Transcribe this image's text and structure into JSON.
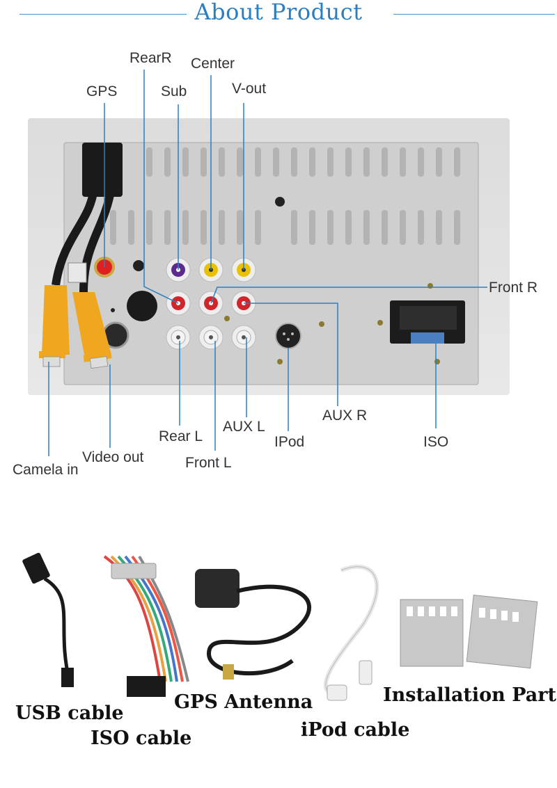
{
  "header": {
    "title": "About Product"
  },
  "connectors": {
    "gps": "GPS",
    "rear_r": "RearR",
    "sub": "Sub",
    "center": "Center",
    "v_out": "V-out",
    "front_r": "Front R",
    "aux_r": "AUX R",
    "iso": "ISO",
    "ipod": "IPod",
    "aux_l": "AUX L",
    "rear_l": "Rear L",
    "front_l": "Front L",
    "video_out": "Video out",
    "camera_in": "Camela in"
  },
  "accessories": {
    "usb": "USB cable",
    "iso": "ISO cable",
    "gps": "GPS Antenna",
    "ipod": "iPod cable",
    "install": "Installation Parts"
  },
  "colors": {
    "accent": "#2a7fc1",
    "leader": "#2a7fc1",
    "rca_red": "#d0262b",
    "rca_yellow": "#e8c200",
    "rca_purple": "#5b2a8c",
    "cable_orange": "#f0a61e"
  }
}
